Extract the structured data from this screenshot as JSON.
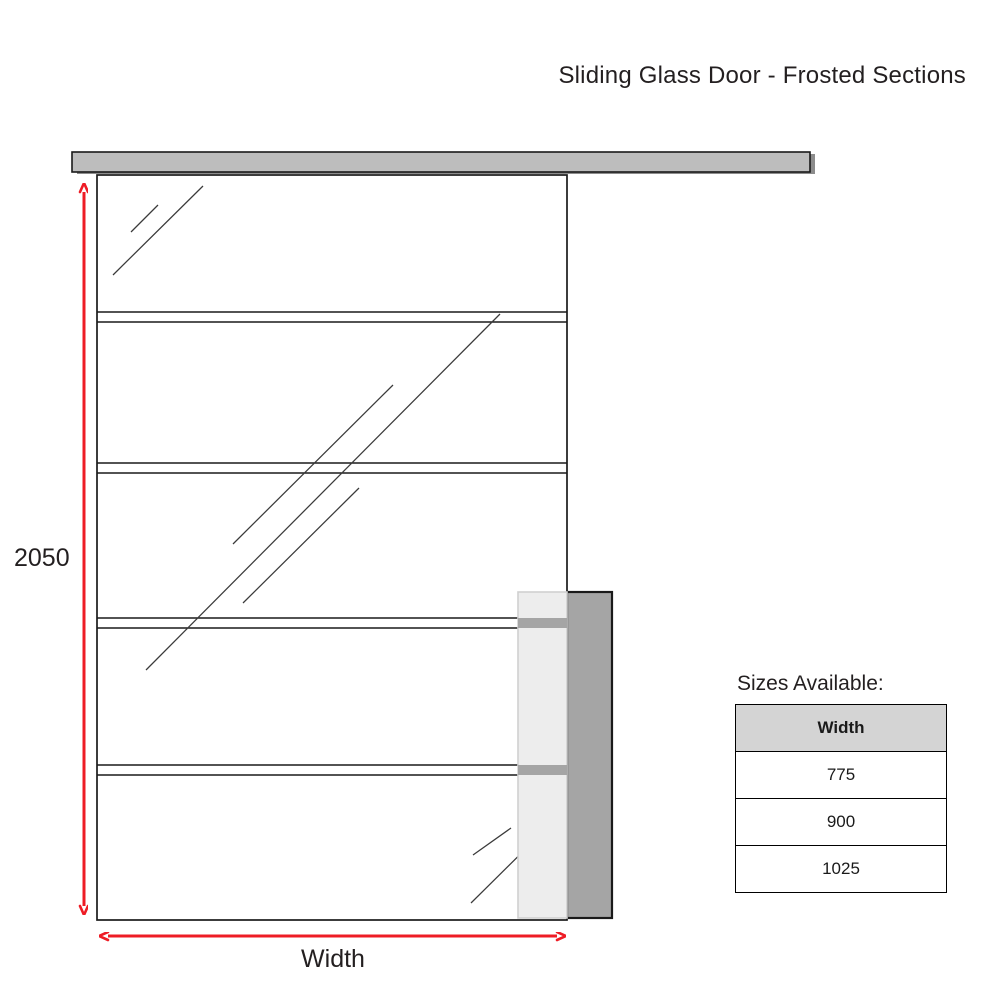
{
  "title": "Sliding Glass Door - Frosted Sections",
  "dimensions": {
    "height_label": "2050",
    "width_label": "Width"
  },
  "sizes": {
    "heading": "Sizes Available:",
    "columns": [
      "Width"
    ],
    "rows": [
      [
        "775"
      ],
      [
        "900"
      ],
      [
        "1025"
      ]
    ]
  },
  "colors": {
    "dimension_line": "#ee1c25",
    "outline": "#000000",
    "rail_fill": "#bdbdbd",
    "rail_shadow": "#8c8c8c",
    "handle_light": "#ededed",
    "handle_dark": "#a5a5a5",
    "handle_bar": "#a5a5a5",
    "glass_fill": "#ffffff",
    "reflection_line": "#3a3a3a",
    "table_header_fill": "#d4d4d4"
  },
  "parts": {
    "top_rail": "top-rail",
    "door_panel": "glass-door-panel",
    "frosted_bands": [
      "frosted-band-1",
      "frosted-band-2",
      "frosted-band-3",
      "frosted-band-4"
    ],
    "handle": "door-handle",
    "wall_panel": "wall-panel"
  }
}
